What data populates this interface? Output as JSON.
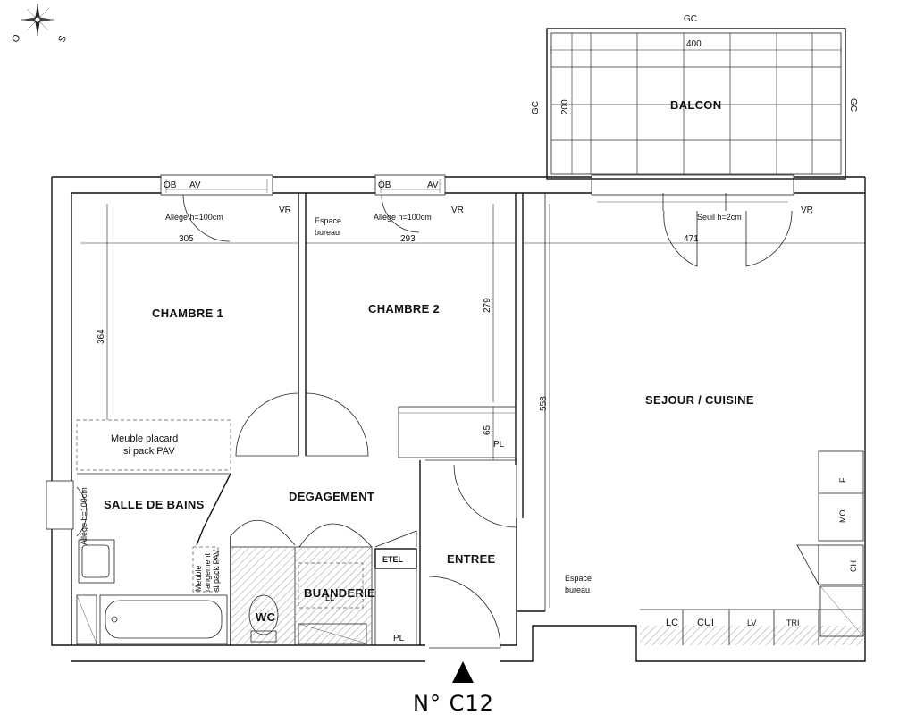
{
  "plan": {
    "apartment_number": "N° C12",
    "compass": {
      "west_label": "O",
      "south_label": "S"
    },
    "rooms": {
      "balcon": "BALCON",
      "chambre1": "CHAMBRE 1",
      "chambre2": "CHAMBRE 2",
      "sejour": "SEJOUR / CUISINE",
      "degagement": "DEGAGEMENT",
      "salle_de_bains": "SALLE DE BAINS",
      "entree": "ENTREE",
      "buanderie": "BUANDERIE",
      "wc": "WC"
    },
    "dimensions": {
      "balcon_width": "400",
      "balcon_depth": "200",
      "chambre1_width": "305",
      "chambre1_depth": "364",
      "chambre2_width": "293",
      "chambre2_depth": "279",
      "sejour_width": "471",
      "sejour_depth": "558",
      "placard_depth": "65"
    },
    "labels": {
      "gc_top": "GC",
      "gc_left": "GC",
      "gc_right": "GC",
      "ob": "OB",
      "av": "AV",
      "vr": "VR",
      "allege_h100": "Allège h=100cm",
      "allege_h100_vertical": "Allège h=100cm",
      "espace_bureau_line1": "Espace",
      "espace_bureau_line2": "bureau",
      "seuil": "Seuil h=2cm",
      "meuble_placard_line1": "Meuble placard",
      "meuble_placard_line2": "si pack PAV",
      "meuble_rangement_line1": "Meuble",
      "meuble_rangement_line2": "rangement",
      "meuble_rangement_line3": "si pack PAV",
      "pl": "PL",
      "etel": "ETEL",
      "ll": "LL",
      "lc": "LC",
      "cui": "CUI",
      "lv": "LV",
      "tri": "TRI",
      "f": "F",
      "mo": "MO",
      "ch": "CH"
    }
  }
}
